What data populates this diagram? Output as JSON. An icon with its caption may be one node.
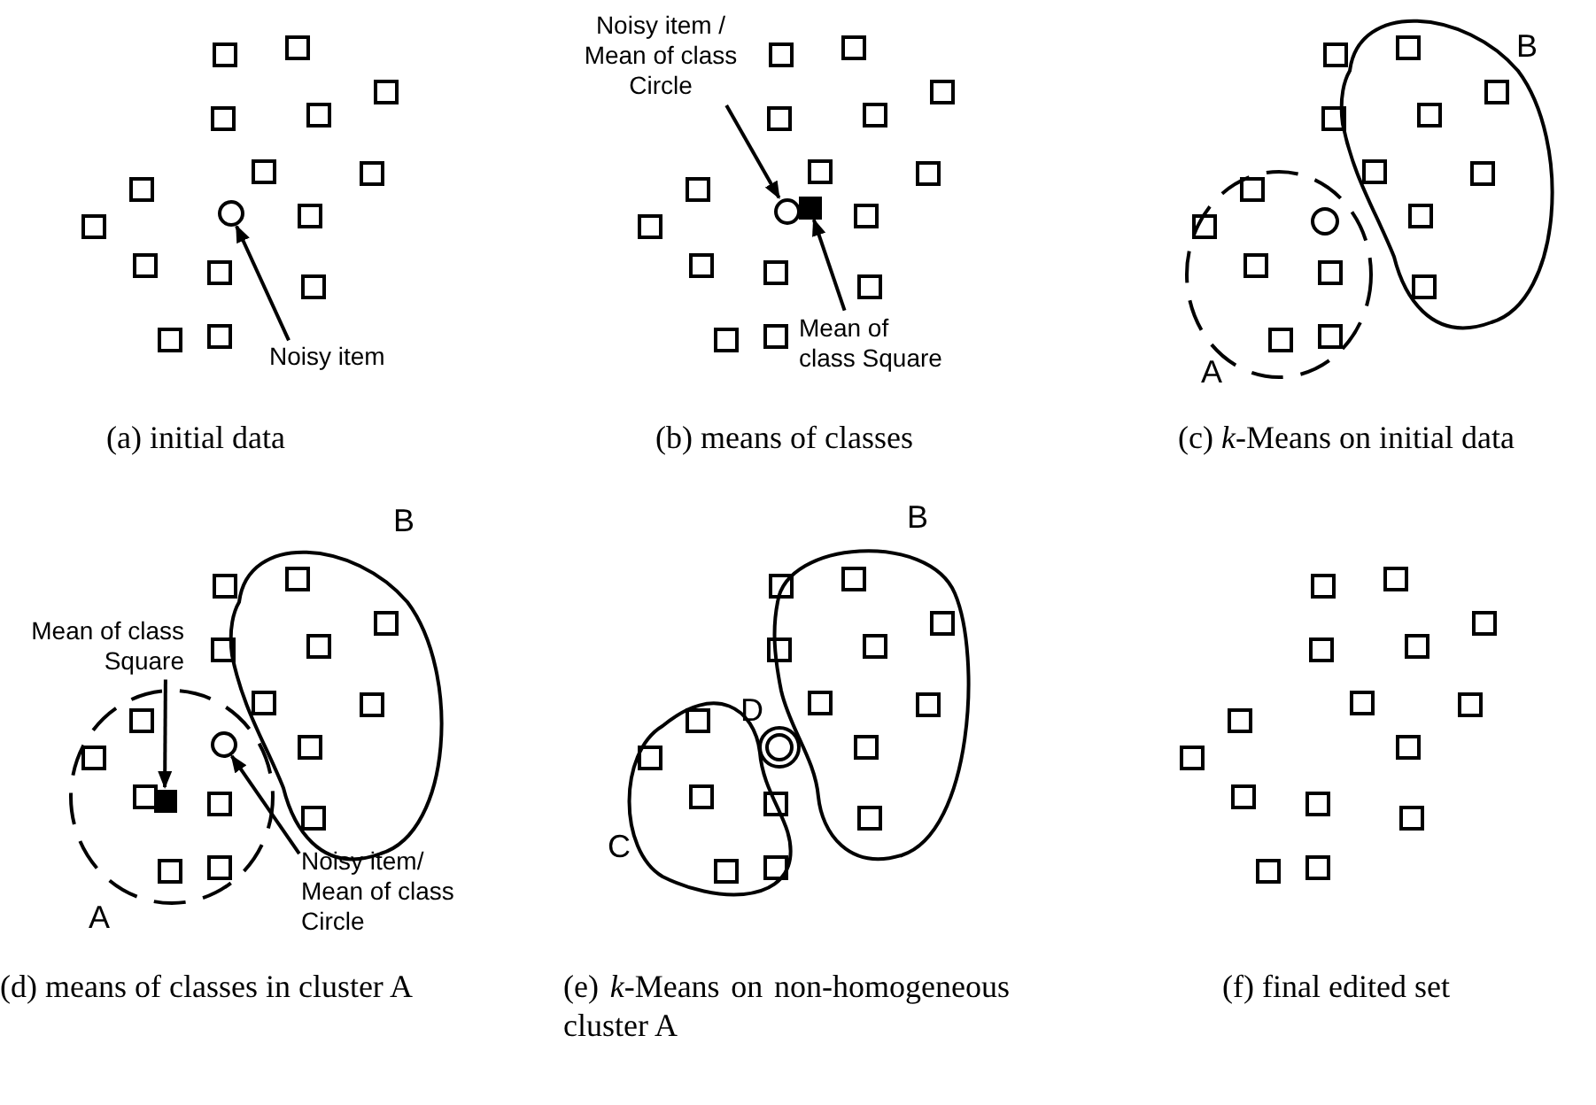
{
  "diagram": {
    "nodes": [
      {
        "text": [
          "Noisy item"
        ]
      },
      {
        "text": [],
        "shape": "circle"
      },
      {
        "text": [
          "Noisy item / Mean of class Circle"
        ]
      },
      {
        "text": [],
        "shape": "circle"
      },
      {
        "text": [
          "Mean of class Square"
        ]
      },
      {
        "text": [],
        "shape": "box"
      },
      {
        "text": [
          "Mean of class Square"
        ]
      },
      {
        "text": [],
        "shape": "box"
      },
      {
        "text": [
          "Noisy item/ Mean of class Circle"
        ]
      },
      {
        "text": [],
        "shape": "circle"
      }
    ],
    "edges": [
      {
        "from": 0,
        "to": 1,
        "arrow": "to"
      },
      {
        "from": 2,
        "to": 3,
        "arrow": "to"
      },
      {
        "from": 4,
        "to": 5,
        "arrow": "to"
      },
      {
        "from": 6,
        "to": 7,
        "arrow": "to"
      },
      {
        "from": 8,
        "to": 9,
        "arrow": "to"
      }
    ],
    "labels": [
      "(a) initial data",
      "(b) means of classes",
      "B",
      "A",
      "(c) *k*-Means on initial data",
      "B",
      "A",
      "(d) means of classes in cluster A",
      "B",
      "D",
      "C",
      "(e) *k*-Means on non-homogeneous cluster A",
      "(f) final edited set"
    ]
  }
}
